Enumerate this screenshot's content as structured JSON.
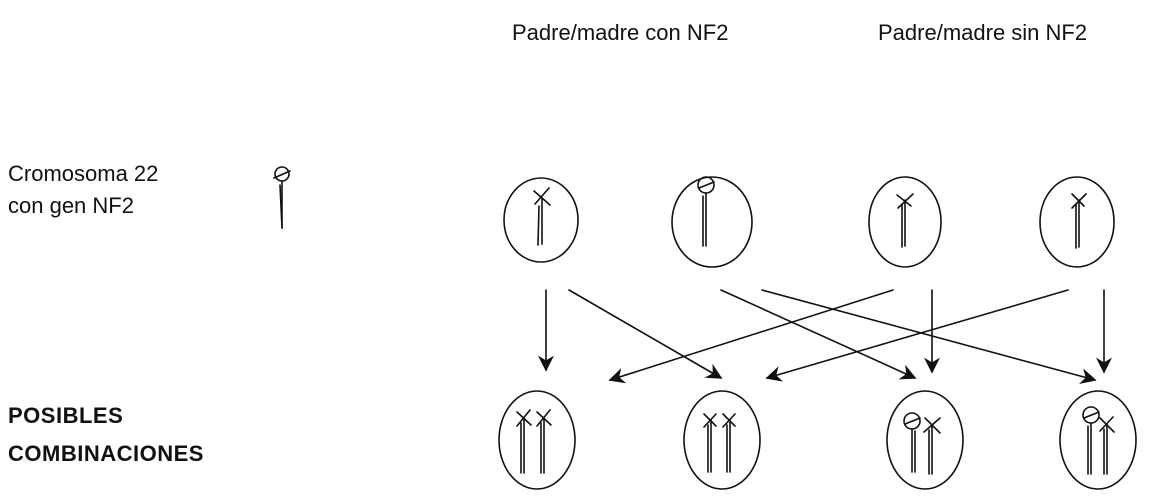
{
  "header": {
    "parent_with_nf2": "Padre/madre con NF2",
    "parent_without_nf2": "Padre/madre sin NF2"
  },
  "legend": {
    "line1": "Cromosoma 22",
    "line2": "con gen NF2"
  },
  "combinations": {
    "line1": "POSIBLES",
    "line2": "COMBINACIONES"
  }
}
